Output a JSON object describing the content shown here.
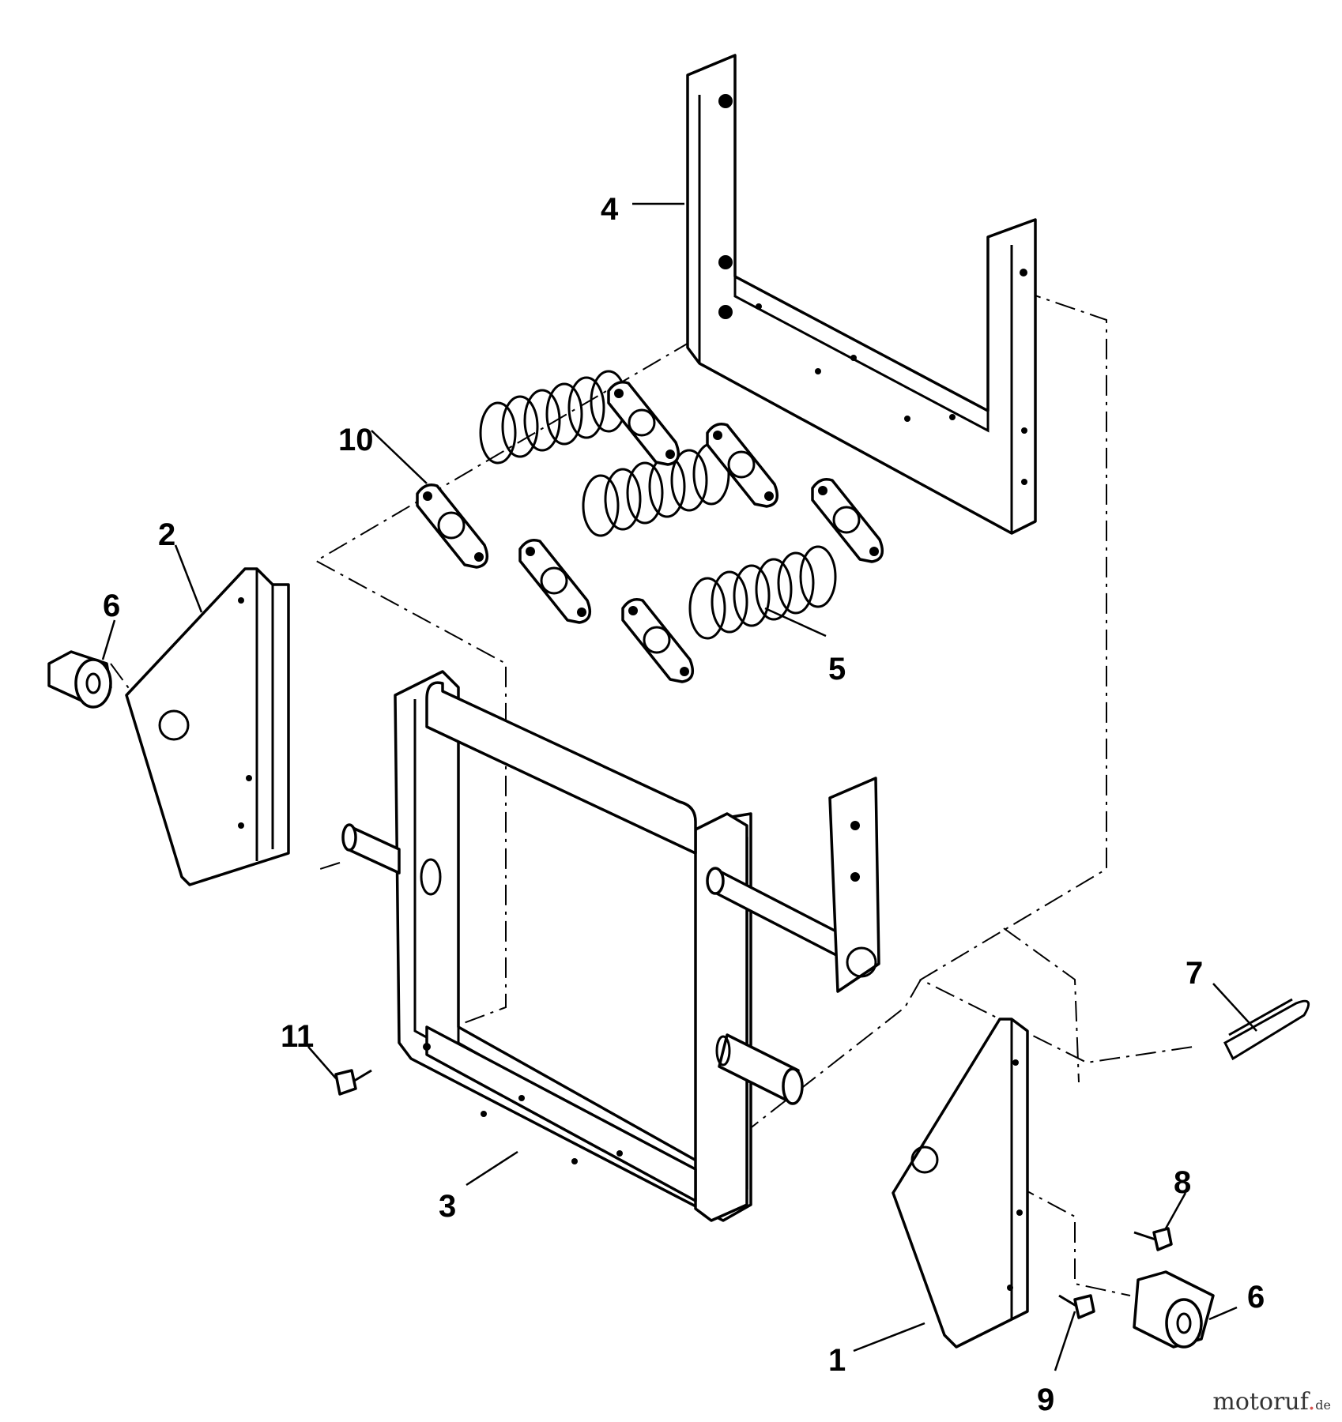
{
  "callouts": {
    "c1": "1",
    "c2": "2",
    "c3": "3",
    "c4": "4",
    "c5": "5",
    "c6a": "6",
    "c6b": "6",
    "c7": "7",
    "c8": "8",
    "c9": "9",
    "c10": "10",
    "c11": "11"
  },
  "watermark": {
    "main": "motoruf",
    "tld": "de"
  },
  "colors": {
    "line": "#000000",
    "background": "#ffffff",
    "watermark_accent": "#d9534f"
  }
}
